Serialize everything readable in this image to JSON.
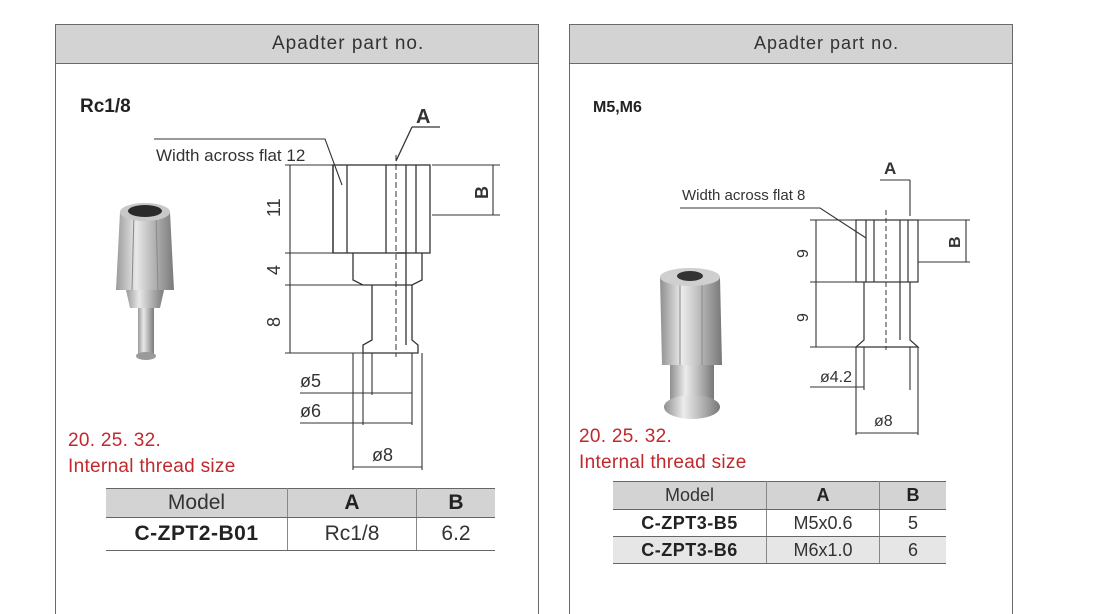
{
  "left_panel": {
    "header": "Apadter part no.",
    "thread_label": "Rc1/8",
    "diagram": {
      "label_a": "A",
      "label_b": "B",
      "flat_label": "Width across flat 12",
      "dim_1": "11",
      "dim_2": "4",
      "dim_3": "8",
      "dia_1": "ø5",
      "dia_2": "ø6",
      "dia_3": "ø8"
    },
    "note_line1": "20. 25.  32.",
    "note_line2": "Internal thread size",
    "table": {
      "headers": [
        "Model",
        "A",
        "B"
      ],
      "rows": [
        {
          "model": "C-ZPT2-B01",
          "a": "Rc1/8",
          "b": "6.2"
        }
      ]
    }
  },
  "right_panel": {
    "header": "Apadter part no.",
    "thread_label": "M5,M6",
    "diagram": {
      "label_a": "A",
      "label_b": "B",
      "flat_label": "Width across flat 8",
      "dim_1": "9",
      "dim_2": "9",
      "dia_1": "ø4.2",
      "dia_2": "ø8"
    },
    "note_line1": "20. 25.  32.",
    "note_line2": "Internal thread size",
    "table": {
      "headers": [
        "Model",
        "A",
        "B"
      ],
      "rows": [
        {
          "model": "C-ZPT3-B5",
          "a": "M5x0.6",
          "b": "5"
        },
        {
          "model": "C-ZPT3-B6",
          "a": "M6x1.0",
          "b": "6"
        }
      ]
    }
  },
  "colors": {
    "note_red": "#c0282d",
    "header_gray": "#d3d3d3"
  }
}
